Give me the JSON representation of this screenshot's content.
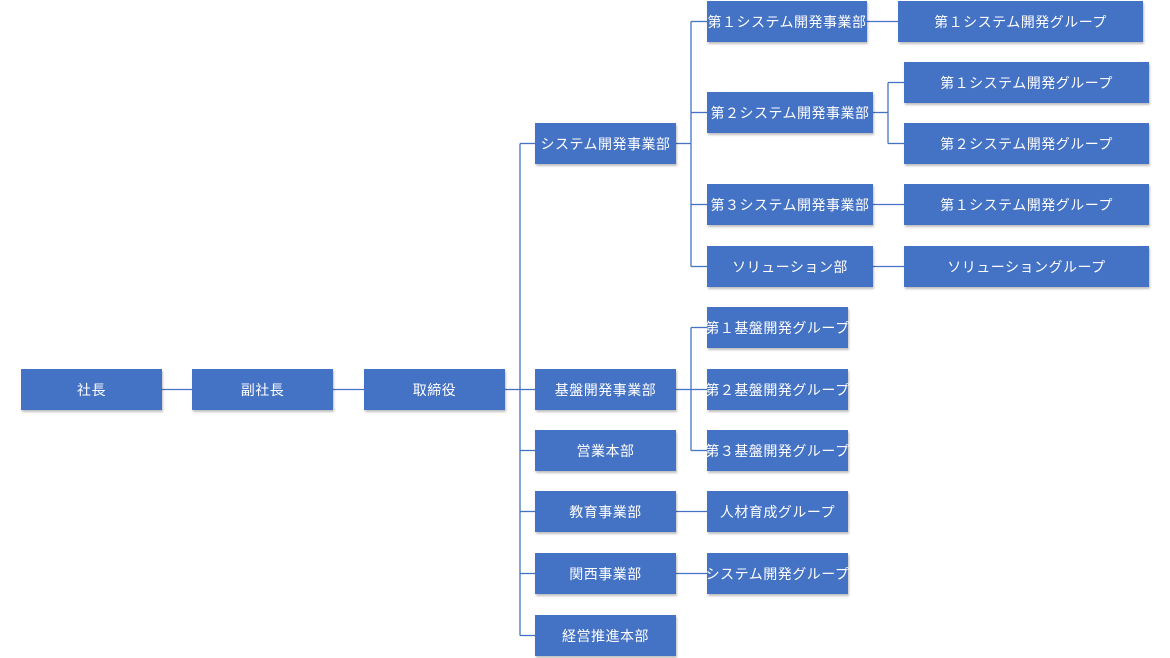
{
  "chart_data": {
    "type": "org-chart",
    "nodes": [
      {
        "id": "president",
        "label": "社長"
      },
      {
        "id": "vice-president",
        "label": "副社長",
        "parent": "president"
      },
      {
        "id": "director",
        "label": "取締役",
        "parent": "vice-president"
      },
      {
        "id": "sys-dev-div",
        "label": "システム開発事業部",
        "parent": "director"
      },
      {
        "id": "sys-dev-1",
        "label": "第１システム開発事業部",
        "parent": "sys-dev-div"
      },
      {
        "id": "sys-dev-1-g1",
        "label": "第１システム開発グループ",
        "parent": "sys-dev-1"
      },
      {
        "id": "sys-dev-2",
        "label": "第２システム開発事業部",
        "parent": "sys-dev-div"
      },
      {
        "id": "sys-dev-2-g1",
        "label": "第１システム開発グループ",
        "parent": "sys-dev-2"
      },
      {
        "id": "sys-dev-2-g2",
        "label": "第２システム開発グループ",
        "parent": "sys-dev-2"
      },
      {
        "id": "sys-dev-3",
        "label": "第３システム開発事業部",
        "parent": "sys-dev-div"
      },
      {
        "id": "sys-dev-3-g1",
        "label": "第１システム開発グループ",
        "parent": "sys-dev-3"
      },
      {
        "id": "solution",
        "label": "ソリューション部",
        "parent": "sys-dev-div"
      },
      {
        "id": "solution-g",
        "label": "ソリューショングループ",
        "parent": "solution"
      },
      {
        "id": "infra-div",
        "label": "基盤開発事業部",
        "parent": "director"
      },
      {
        "id": "infra-g1",
        "label": "第１基盤開発グループ",
        "parent": "infra-div"
      },
      {
        "id": "infra-g2",
        "label": "第２基盤開発グループ",
        "parent": "infra-div"
      },
      {
        "id": "infra-g3",
        "label": "第３基盤開発グループ",
        "parent": "infra-div"
      },
      {
        "id": "sales",
        "label": "営業本部",
        "parent": "director"
      },
      {
        "id": "education",
        "label": "教育事業部",
        "parent": "director"
      },
      {
        "id": "hr-dev-g",
        "label": "人材育成グループ",
        "parent": "education"
      },
      {
        "id": "kansai",
        "label": "関西事業部",
        "parent": "director"
      },
      {
        "id": "kansai-sys-g",
        "label": "システム開発グループ",
        "parent": "kansai"
      },
      {
        "id": "mgmt",
        "label": "経営推進本部",
        "parent": "director"
      }
    ],
    "colors": {
      "box": "#4472c4",
      "text": "#ffffff",
      "line": "#4472c4"
    }
  }
}
